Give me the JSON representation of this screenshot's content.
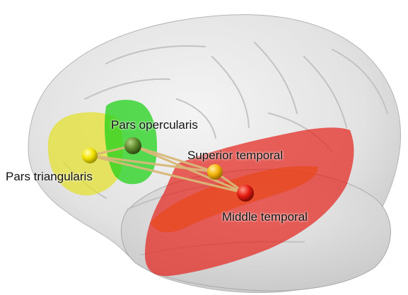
{
  "regions": {
    "pars_opercularis": {
      "label": "Pars opercularis",
      "color": "#22d11a"
    },
    "pars_triangularis": {
      "label": "Pars triangularis",
      "color": "#e3e02a"
    },
    "superior_temporal": {
      "label": "Superior temporal",
      "color": "#f0a51c"
    },
    "middle_temporal": {
      "label": "Middle temporal",
      "color": "#e5261f"
    }
  },
  "node_colors": {
    "pars_triangularis": "#f2e200",
    "pars_opercularis": "#5f8a2c",
    "superior_temporal": "#f3b30a",
    "middle_temporal": "#e51b12"
  },
  "connection_color": "#d9b87a"
}
